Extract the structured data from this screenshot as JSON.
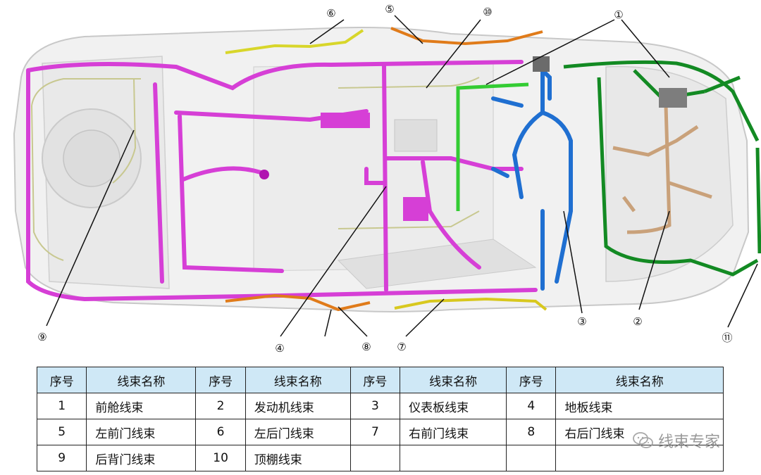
{
  "callouts": {
    "c1": "①",
    "c2": "②",
    "c3": "③",
    "c4": "④",
    "c5": "⑤",
    "c6": "⑥",
    "c7": "⑦",
    "c8": "⑧",
    "c9": "⑨",
    "c10": "⑩",
    "c11": "⑪"
  },
  "harness_colors": {
    "floor": "#d63fd6",
    "front_cabin": "#138a23",
    "engine": "#c9a17a",
    "instrument_panel": "#1f6fd1",
    "left_front_door": "#e07b1a",
    "left_rear_door": "#d8d62a",
    "right_front_door": "#d8c81e",
    "right_rear_door": "#e07b1a",
    "tailgate": "#c8c890",
    "roof": "#c8c890",
    "light_green": "#33cc33"
  },
  "legend": {
    "headers": [
      "序号",
      "线束名称",
      "序号",
      "线束名称",
      "序号",
      "线束名称",
      "序号",
      "线束名称"
    ],
    "rows": [
      [
        "1",
        "前舱线束",
        "2",
        "发动机线束",
        "3",
        "仪表板线束",
        "4",
        "地板线束"
      ],
      [
        "5",
        "左前门线束",
        "6",
        "左后门线束",
        "7",
        "右前门线束",
        "8",
        "右后门线束"
      ],
      [
        "9",
        "后背门线束",
        "10",
        "顶棚线束",
        "",
        "",
        "",
        ""
      ]
    ]
  },
  "watermark": {
    "text": "线束专家",
    "icon": "wechat-icon"
  }
}
